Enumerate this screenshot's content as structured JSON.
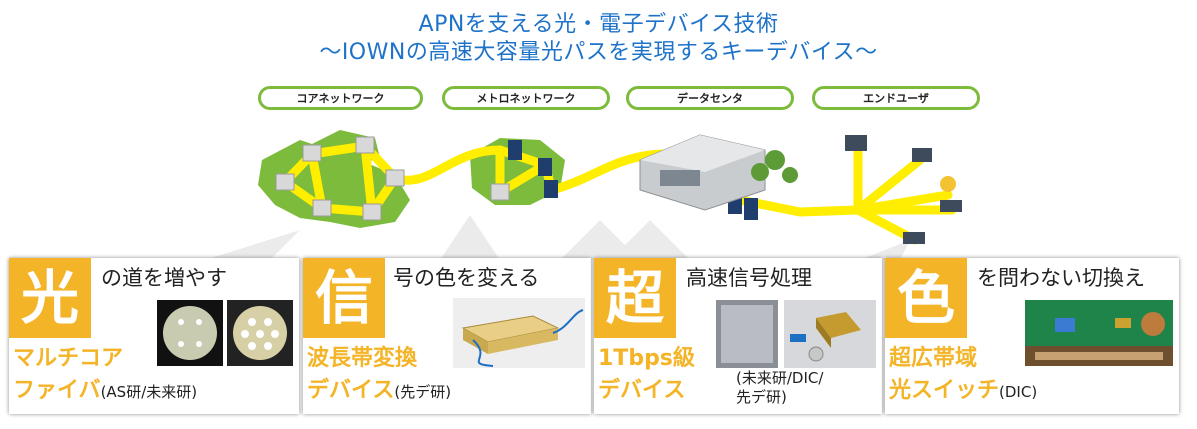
{
  "title": {
    "line1": "APNを支える光・電子デバイス技術",
    "line2": "〜IOWNの高速大容量光パスを実現するキーデバイス〜"
  },
  "networks": [
    {
      "label": "コアネットワーク"
    },
    {
      "label": "メトロネットワーク"
    },
    {
      "label": "データセンタ"
    },
    {
      "label": "エンドユーザ"
    }
  ],
  "cards": [
    {
      "big": "光",
      "tail": "の道を増やす",
      "sub1": "マルチコア",
      "sub2": "ファイバ",
      "note": "(AS研/未来研)"
    },
    {
      "big": "信",
      "tail": "号の色を変える",
      "sub1": "波長帯変換",
      "sub2": "デバイス",
      "note": "(先デ研)"
    },
    {
      "big": "超",
      "tail": "高速信号処理",
      "sub1": "1Tbps級",
      "sub2": "デバイス",
      "note1": "(未来研/DIC/",
      "note2": "先デ研)"
    },
    {
      "big": "色",
      "tail": "を問わない切換え",
      "sub1": "超広帯域",
      "sub2": "光スイッチ",
      "note": "(DIC)"
    }
  ],
  "colors": {
    "title": "#1e73c8",
    "accent": "#f4b428",
    "network_green": "#7cbb3c",
    "path_yellow": "#ffee00"
  }
}
